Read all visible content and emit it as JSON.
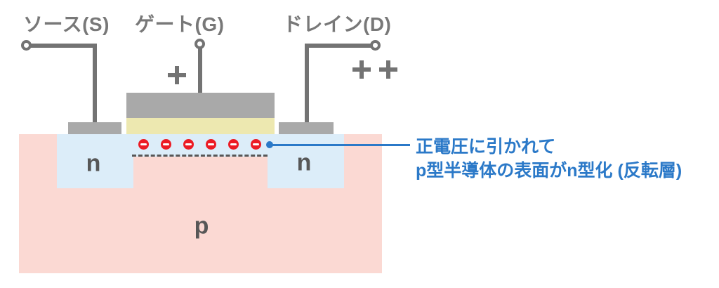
{
  "terminals": {
    "source": {
      "label": "ソース(S)"
    },
    "gate": {
      "label": "ゲート(G)"
    },
    "drain": {
      "label": "ドレイン(D)"
    }
  },
  "icons": {
    "gate_bias": "plus-icon (single + at gate)",
    "drain_bias": "two plus-icons (+ +) at drain",
    "electron": "red circle with white minus"
  },
  "regions": {
    "n_left": "n",
    "n_right": "n",
    "p_substrate": "p"
  },
  "electrons": {
    "count": 6
  },
  "annotation": {
    "line1": "正電圧に引かれて",
    "line2": "p型半導体の表面がn型化 (反転層)"
  },
  "colors": {
    "label_gray": "#787878",
    "wire_gray": "#737373",
    "fill_gray": "#A9A9A9",
    "oxide_yellow": "#EDE8B0",
    "n_blue": "#DCEDF9",
    "p_pink": "#FBD9D3",
    "electron_red": "#EC1B24",
    "dashed_gray": "#575757",
    "annotation_blue": "#2B79C8"
  }
}
